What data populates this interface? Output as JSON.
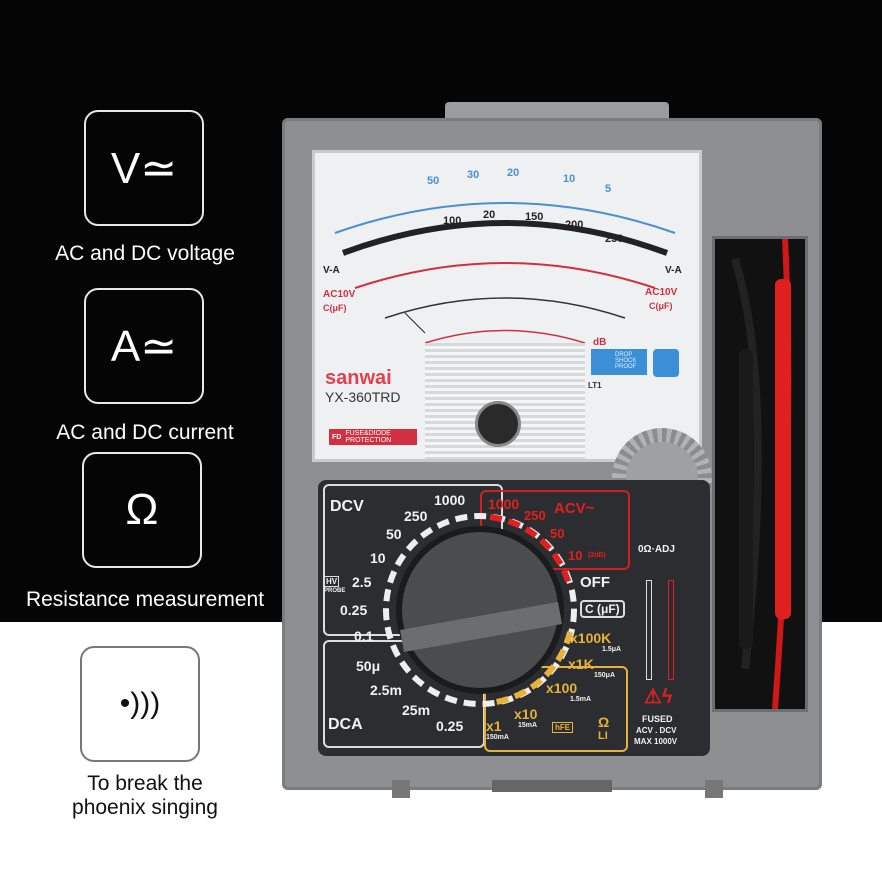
{
  "features": [
    {
      "icon": "V≃",
      "caption": "AC and DC voltage",
      "icon_name": "voltage-icon"
    },
    {
      "icon": "A≃",
      "caption": "AC and DC current",
      "icon_name": "current-icon"
    },
    {
      "icon": "Ω",
      "caption": "Resistance measurement",
      "icon_name": "ohm-icon"
    },
    {
      "icon": "•)))",
      "caption_line1": "To break the",
      "caption_line2": "phoenix singing",
      "icon_name": "buzzer-icon"
    }
  ],
  "meter": {
    "brand": "sanwai",
    "model": "YX-360TRD",
    "badge": "FUSE&DIODE PROTECTION",
    "badge_logo": "FD",
    "top_scale": [
      "50",
      "30",
      "20",
      "10",
      "5"
    ],
    "mid_scale": [
      "100",
      "20",
      "150",
      "200",
      "250"
    ],
    "labels": {
      "va_left": "V-A",
      "va_right": "V-A",
      "ac10v_left": "AC10V",
      "ac10v_right": "AC10V",
      "c_left": "C(μF)",
      "c_right": "C(μF)",
      "db": "dB",
      "lt": "LT1",
      "shock": "DROP SHOCK PROOF"
    },
    "dial": {
      "dcv": "DCV",
      "dcv_ranges": [
        "1000",
        "250",
        "50",
        "10",
        "2.5",
        "0.25",
        "0.1"
      ],
      "hv": "HV",
      "probe": "PROBE",
      "acv": "ACV~",
      "acv_ranges": [
        "1000",
        "250",
        "50",
        "10"
      ],
      "db_note": "(2dB)",
      "off": "OFF",
      "cap": "C (μF)",
      "ohm_ranges": [
        {
          "r": "x100K",
          "i": "1.5μA"
        },
        {
          "r": "x1K",
          "i": "150μA"
        },
        {
          "r": "x100",
          "i": "1.5mA"
        },
        {
          "r": "x10",
          "i": "15mA"
        },
        {
          "r": "x1",
          "i": "150mA"
        }
      ],
      "hfe": "hFE",
      "ohm": "Ω",
      "li": "LI",
      "dca": "DCA",
      "dca_ranges": [
        "50μ",
        "2.5m",
        "25m",
        "0.25"
      ],
      "adj": "0Ω·ADJ",
      "fused1": "FUSED",
      "fused2": "ACV . DCV",
      "fused3": "MAX 1000V"
    }
  },
  "colors": {
    "red": "#e02020",
    "yellow": "#e8b23a",
    "panel": "#2b2d30",
    "body": "#8d8f90"
  }
}
